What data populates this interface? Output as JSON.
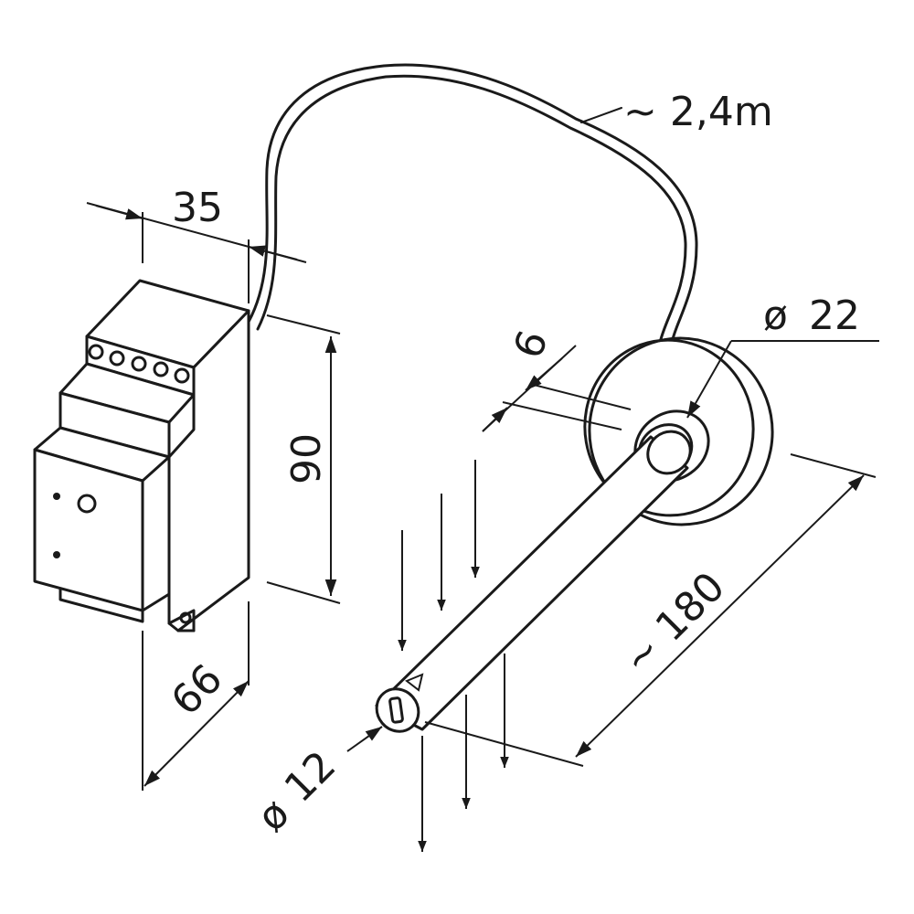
{
  "labels": {
    "cable_length": "~ 2,4m",
    "width": "35",
    "height": "90",
    "depth": "66",
    "flange_diameter": "22",
    "flange_thickness": "6",
    "probe_length": "~ 180",
    "probe_diameter": "12"
  },
  "symbols": {
    "diameter": "ø"
  },
  "colors": {
    "line": "#1a1a1a",
    "background": "#ffffff"
  }
}
